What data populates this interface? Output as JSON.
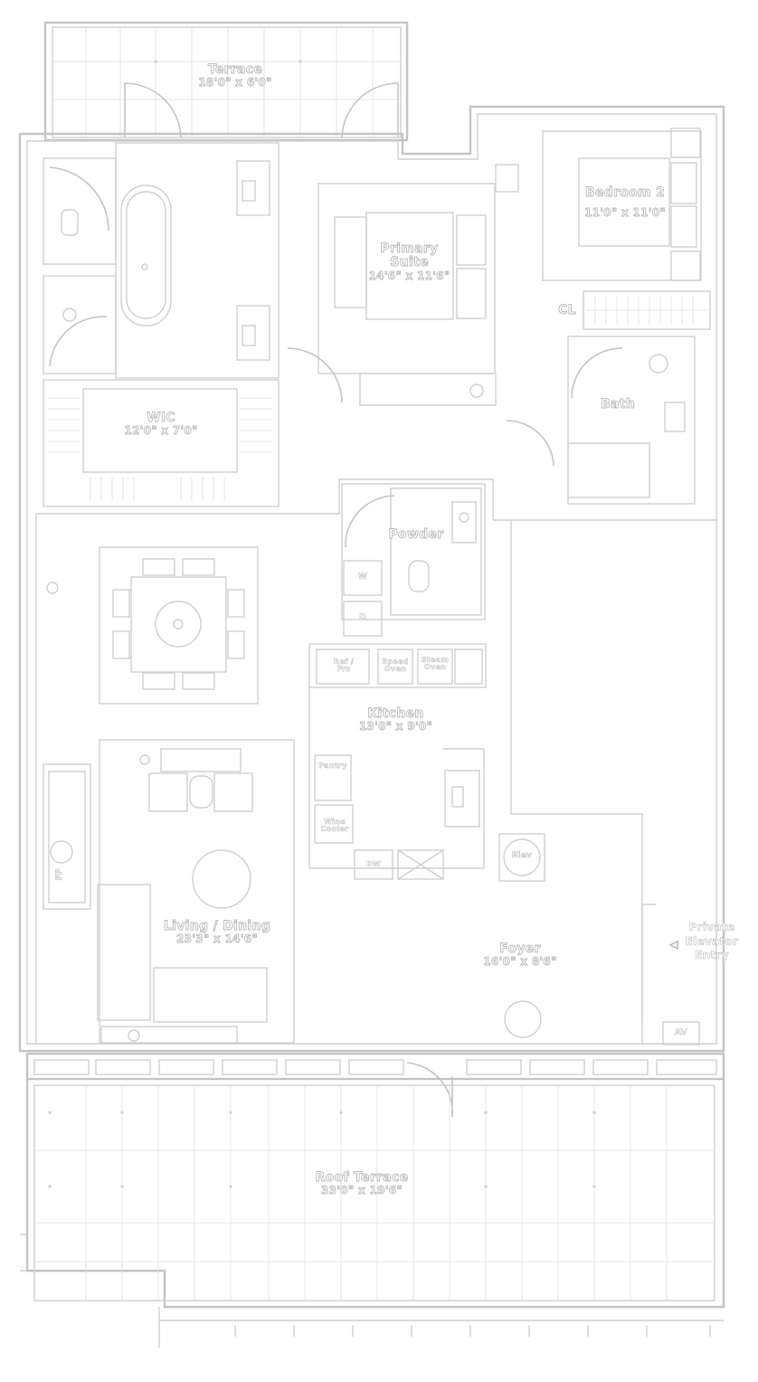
{
  "rooms": {
    "terrace": {
      "name": "Terrace",
      "dim": "18'0\" x 6'0\""
    },
    "primary_suite": {
      "name": "Primary Suite",
      "line1": "Primary",
      "line2": "Suite",
      "dim": "14'6\" x 11'6\""
    },
    "bedroom2": {
      "name": "Bedroom 2",
      "dim": "11'0\" x 11'0\""
    },
    "wic": {
      "name": "WIC",
      "dim": "12'0\" x 7'0\""
    },
    "bath": {
      "name": "Bath"
    },
    "closet": {
      "name": "CL"
    },
    "powder": {
      "name": "Powder"
    },
    "kitchen": {
      "name": "Kitchen",
      "dim": "13'0\" x 9'0\""
    },
    "living": {
      "name": "Living / Dining",
      "dim": "23'3\" x 14'6\""
    },
    "foyer": {
      "name": "Foyer",
      "dim": "16'0\" x 8'6\""
    },
    "roof_terrace": {
      "name": "Roof Terrace",
      "dim": "33'0\" x 19'6\""
    }
  },
  "fixtures": {
    "fireplace": "FP",
    "wd": "W",
    "dryer": "D",
    "refrigerator": "Ref /\nFrz",
    "speed_oven": "Speed\nOven",
    "steam_oven": "Steam\nOven",
    "pantry": "Pantry",
    "wine_cooler": "Wine\nCooler",
    "dw": "DW",
    "elevator_abbr": "Elev",
    "av": "AV"
  },
  "entry": {
    "arrow": "◁",
    "lines": [
      "Private",
      "Elevator",
      "Entry"
    ]
  }
}
